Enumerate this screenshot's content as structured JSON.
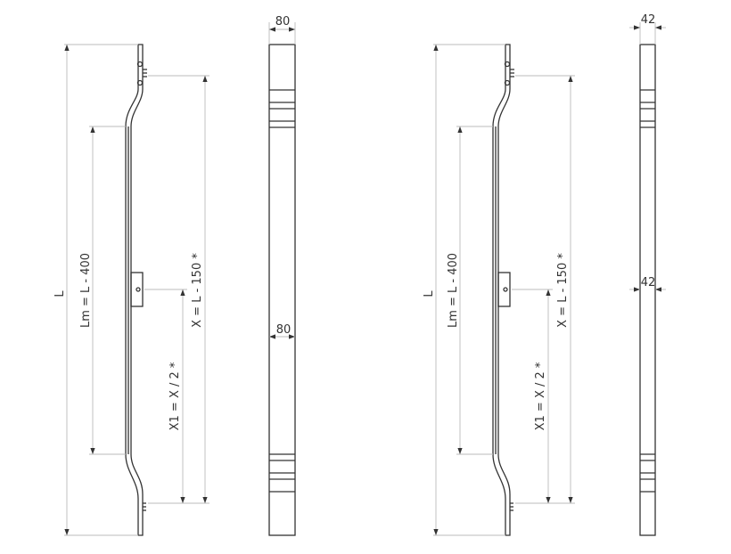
{
  "views": {
    "side_view_1": {
      "total_length": "L",
      "lm": "Lm = L - 400",
      "x": "X = L - 150 *",
      "x1": "X1 = X / 2 *"
    },
    "front_view_1": {
      "width_top": "80",
      "width_middle": "80"
    },
    "side_view_2": {
      "total_length": "L",
      "lm": "Lm = L - 400",
      "x": "X = L - 150 *",
      "x1": "X1 = X / 2 *"
    },
    "front_view_2": {
      "width_top": "42",
      "width_middle": "42"
    }
  }
}
